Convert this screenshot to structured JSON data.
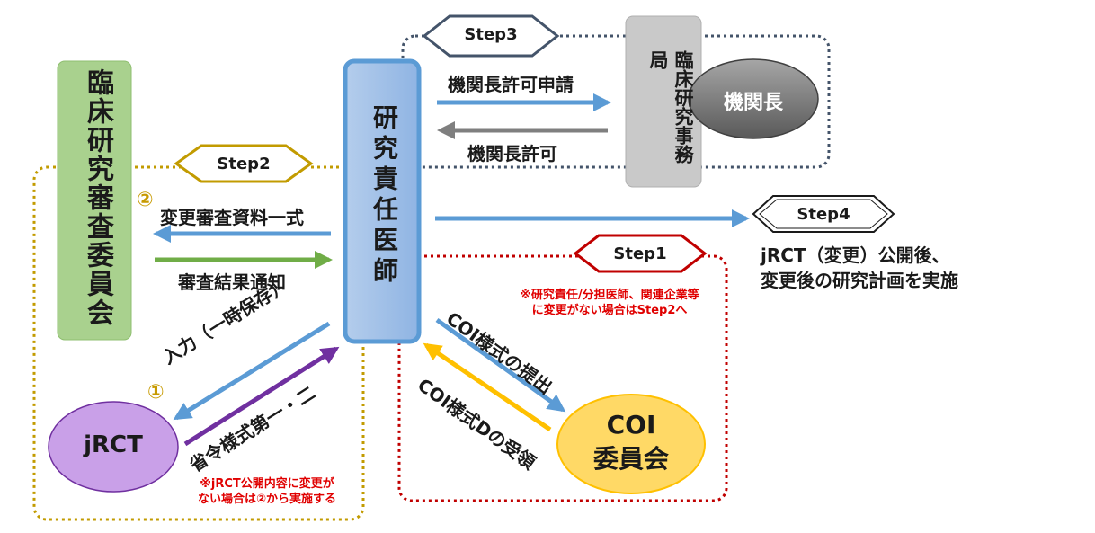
{
  "committee": "臨床研究審査委員会",
  "investigator": "研究責任医師",
  "office": "臨床研究事務局",
  "director": "機関長",
  "jrct": "jRCT",
  "coi": {
    "line1": "COI",
    "line2": "委員会"
  },
  "steps": {
    "s1": "Step1",
    "s2": "Step2",
    "s3": "Step3",
    "s4": "Step4"
  },
  "step3_arrows": {
    "request": "機関長許可申請",
    "permission": "機関長許可"
  },
  "step2_arrows": {
    "circle": "②",
    "submit": "変更審査資料一式",
    "result": "審査結果通知"
  },
  "jrct_arrows": {
    "circle": "①",
    "input": "入力（一時保存）",
    "forms": "省令様式第一・二"
  },
  "coi_arrows": {
    "submit": "COI様式の提出",
    "receive": "COI様式Dの受領"
  },
  "step4_text": {
    "line1": "jRCT（変更）公開後、",
    "line2": "変更後の研究計画を実施"
  },
  "notes": {
    "step1": {
      "line1": "※研究責任/分担医師、関連企業等",
      "line2": "に変更がない場合はStep2へ"
    },
    "jrct": {
      "line1": "※jRCT公開内容に変更が",
      "line2": "ない場合は②から実施する"
    }
  },
  "colors": {
    "blue_arrow": "#5b9bd5",
    "green_arrow": "#70ad47",
    "purple_arrow": "#7030a0",
    "yellow_arrow": "#ffc000",
    "gray_arrow": "#7f7f7f",
    "red_note": "#e00000"
  }
}
